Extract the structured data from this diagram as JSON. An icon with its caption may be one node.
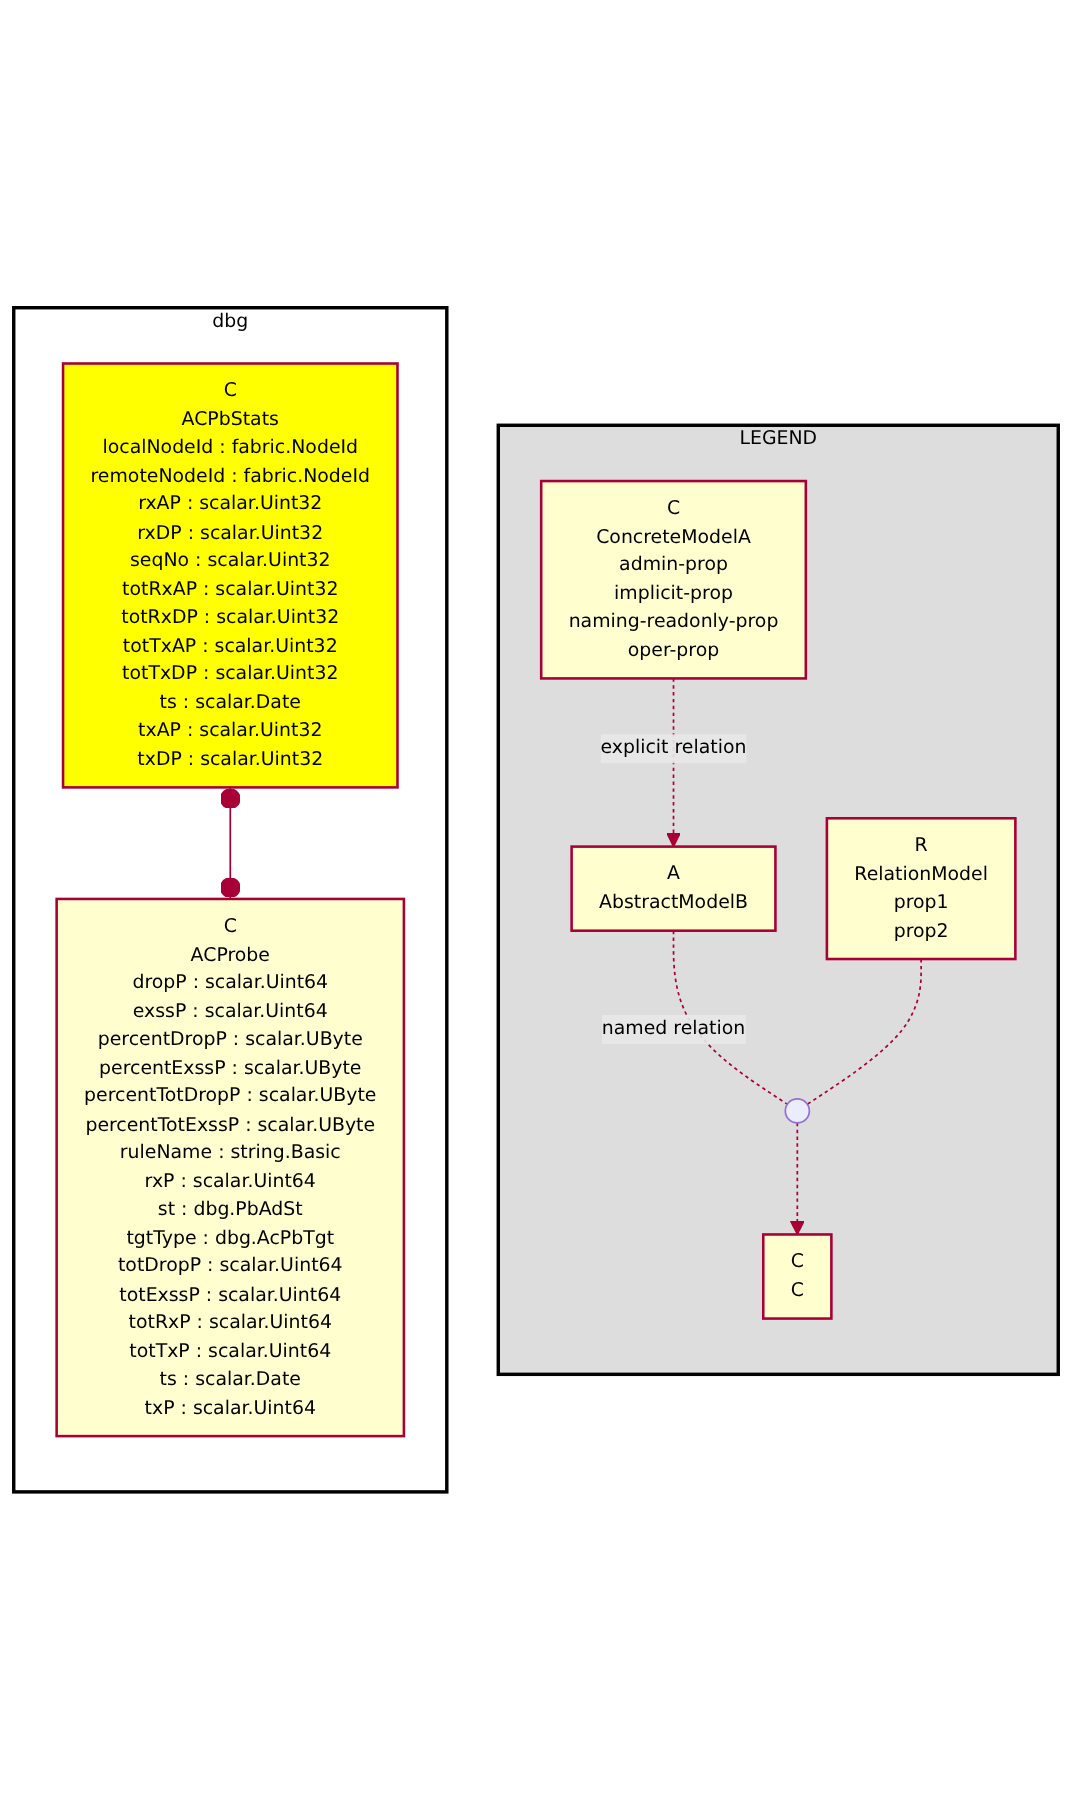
{
  "diagram": {
    "nodes": [
      {
        "text": [
          "LEGEND"
        ]
      },
      {
        "text": [
          "C",
          "ConcreteModelA",
          "admin-prop",
          "implicit-prop",
          "naming-readonly-prop",
          "oper-prop"
        ],
        "in": 0
      },
      {
        "text": [
          "A",
          "AbstractModelB"
        ],
        "in": 0
      },
      {
        "text": [],
        "shape": "circle",
        "in": 0
      },
      {
        "text": [
          "R",
          "RelationModel",
          "prop1",
          "prop2"
        ],
        "in": 0
      },
      {
        "text": [
          "C",
          "C"
        ],
        "in": 0
      },
      {
        "text": [
          "dbg"
        ]
      },
      {
        "text": [
          "C",
          "ACProbe",
          "dropP : scalar.Uint64",
          "exssP : scalar.Uint64",
          "percentDropP : scalar.UByte",
          "percentExssP : scalar.UByte",
          "percentTotDropP : scalar.UByte",
          "percentTotExssP : scalar.UByte",
          "ruleName : string.Basic",
          "rxP : scalar.Uint64",
          "st : dbg.PbAdSt",
          "tgtType : dbg.AcPbTgt",
          "totDropP : scalar.Uint64",
          "totExssP : scalar.Uint64",
          "totRxP : scalar.Uint64",
          "totTxP : scalar.Uint64",
          "ts : scalar.Date",
          "txP : scalar.Uint64"
        ],
        "in": 6
      },
      {
        "text": [
          "C",
          "ACPbStats",
          "localNodeId : fabric.NodeId",
          "remoteNodeId : fabric.NodeId",
          "rxAP : scalar.Uint32",
          "rxDP : scalar.Uint32",
          "seqNo : scalar.Uint32",
          "totRxAP : scalar.Uint32",
          "totRxDP : scalar.Uint32",
          "totTxAP : scalar.Uint32",
          "totTxDP : scalar.Uint32",
          "ts : scalar.Date",
          "txAP : scalar.Uint32",
          "txDP : scalar.Uint32"
        ],
        "in": 6
      }
    ],
    "edges": [
      {
        "from": 1,
        "to": 2,
        "arrow": "to",
        "style": "dashed",
        "label": "explicit relation"
      },
      {
        "from": 2,
        "to": 3,
        "arrow": "none",
        "style": "dashed",
        "label": "named relation"
      },
      {
        "from": 3,
        "to": 5,
        "arrow": "to",
        "style": "dashed"
      },
      {
        "from": 4,
        "to": 3,
        "arrow": "none",
        "style": "dashed"
      },
      {
        "from": 7,
        "to": 8,
        "arrow": "other"
      }
    ]
  }
}
